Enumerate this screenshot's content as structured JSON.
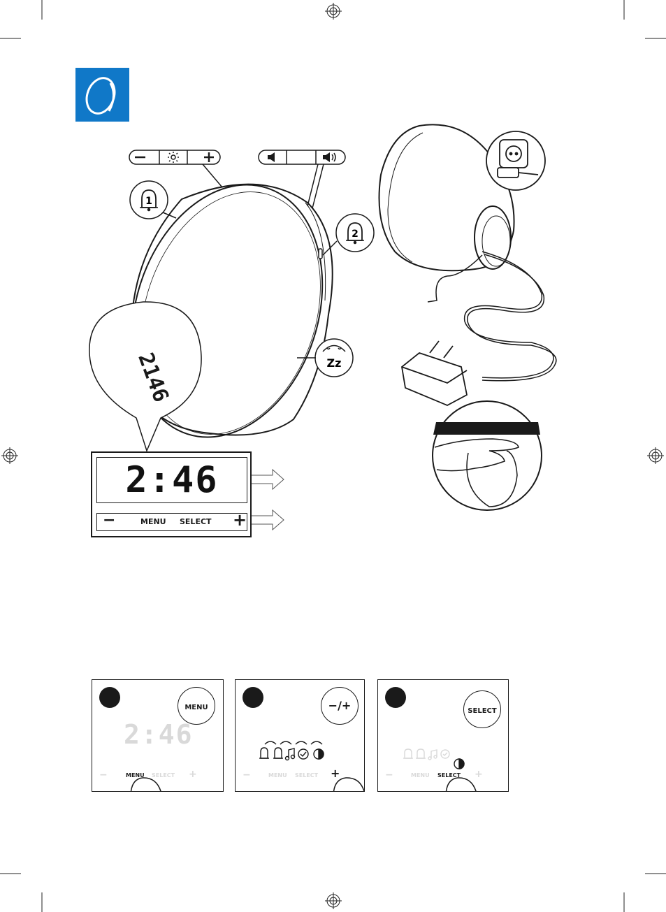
{
  "main_display": {
    "time": "2:46",
    "dome_time": "2146",
    "minus": "−",
    "menu": "MENU",
    "select": "SELECT",
    "plus": "+"
  },
  "top_buttons": {
    "brightness": {
      "minus": "−",
      "plus": "+",
      "icon": "sun-icon"
    },
    "volume": {
      "down_icon": "volume-down-icon",
      "up_icon": "volume-up-icon"
    }
  },
  "callouts": {
    "alarm1": "1",
    "alarm2": "2",
    "snooze": "Zz"
  },
  "steps": [
    {
      "circle_label": "MENU",
      "display_time": "2:46",
      "bar": {
        "minus": "−",
        "menu": "MENU",
        "select": "SELECT",
        "plus": "+"
      }
    },
    {
      "circle_label": "−/+",
      "bar": {
        "minus": "−",
        "menu": "MENU",
        "select": "SELECT",
        "plus": "+"
      }
    },
    {
      "circle_label": "SELECT",
      "bar": {
        "minus": "−",
        "menu": "MENU",
        "select": "SELECT",
        "plus": "+"
      }
    }
  ],
  "colors": {
    "brand_blue": "#1078c8",
    "ink": "#1a1a1a",
    "faint": "#d9d9d9"
  }
}
